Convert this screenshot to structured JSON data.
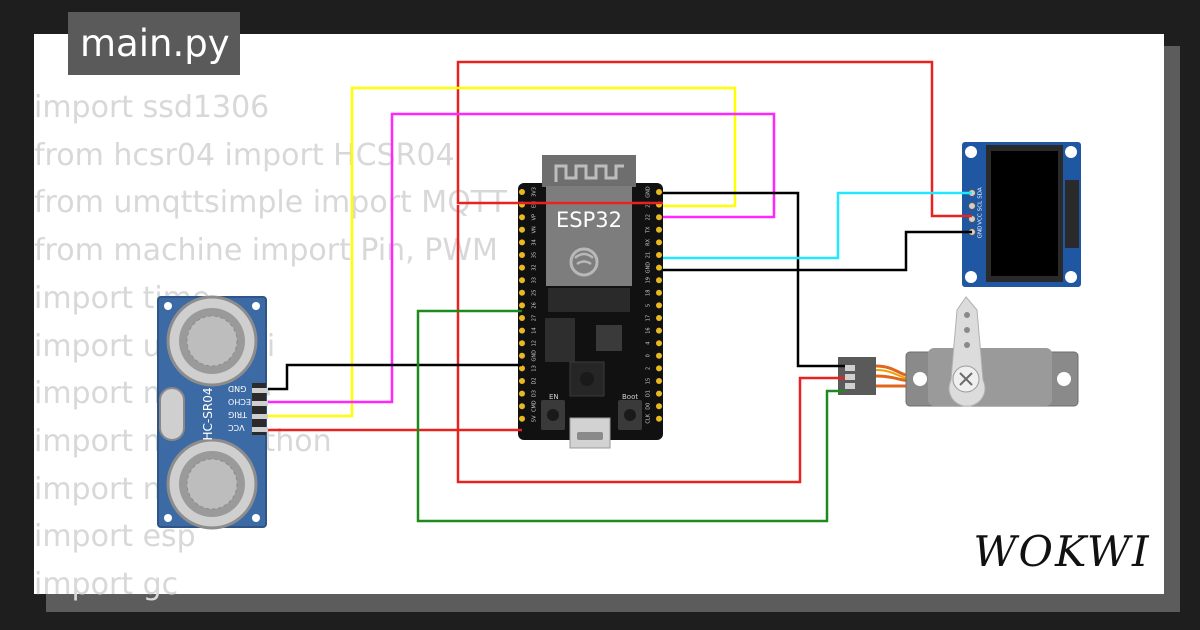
{
  "tab": {
    "label": "main.py"
  },
  "code_lines": [
    "import ssd1306",
    "from hcsr04 import HCSR04",
    "from umqttsimple import MQTT",
    "from machine import Pin, PWM",
    "import time",
    "import ubinascii",
    "import machine",
    "import micropython",
    "import network",
    "import esp",
    "import gc"
  ],
  "esp32": {
    "title": "ESP32",
    "left_pins": [
      "3V3",
      "EN",
      "VP",
      "VN",
      "34",
      "35",
      "32",
      "33",
      "25",
      "26",
      "27",
      "14",
      "12",
      "GND",
      "13",
      "D2",
      "D3",
      "CMD",
      "5V"
    ],
    "right_pins": [
      "GND",
      "23",
      "22",
      "TX",
      "RX",
      "21",
      "GND",
      "19",
      "18",
      "5",
      "17",
      "16",
      "4",
      "0",
      "2",
      "15",
      "D1",
      "D0",
      "CLK"
    ],
    "button_left": "EN",
    "button_right": "Boot"
  },
  "hcsr04": {
    "label": "HC-SR04",
    "pins": [
      "GND",
      "ECHO",
      "TRIG",
      "VCC"
    ]
  },
  "oled": {
    "pins": [
      "GND",
      "VCC",
      "SCL",
      "SDA"
    ]
  },
  "brand": {
    "logo": "WOKWI"
  },
  "colors": {
    "wire_red": "#e8231f",
    "wire_black": "#000000",
    "wire_yellow": "#ffff00",
    "wire_magenta": "#ff26ff",
    "wire_cyan": "#22e8ff",
    "wire_green": "#1d8a1d",
    "board_black": "#111111",
    "sensor_blue": "#3c6aa5",
    "oled_blue": "#1f57a3",
    "servo_gray": "#8a8a8a"
  }
}
